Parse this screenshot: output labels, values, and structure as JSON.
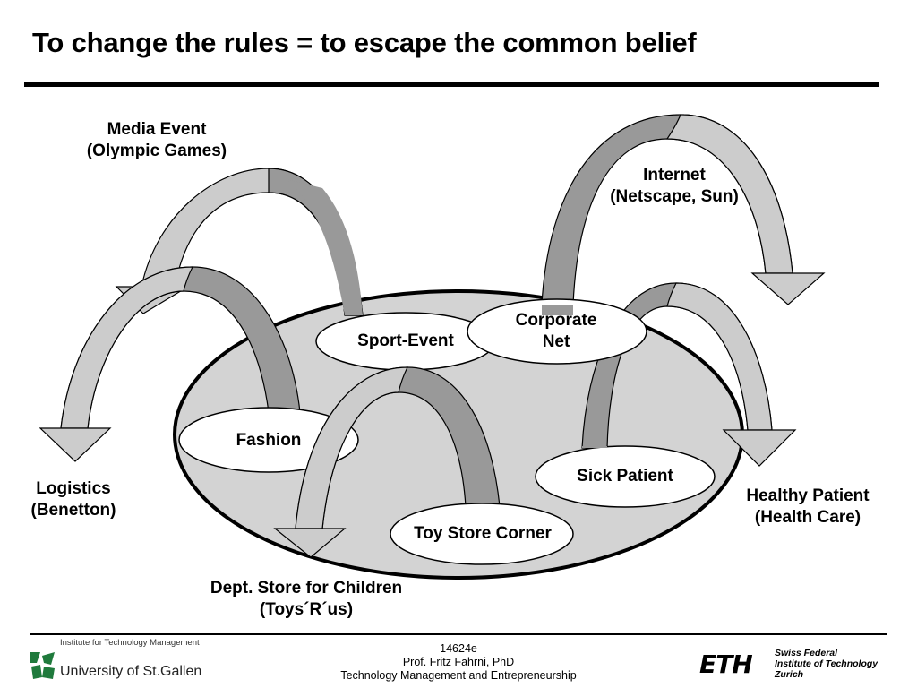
{
  "title": "To change the rules = to escape the common belief",
  "diagram": {
    "nodes": [
      {
        "id": "sport-event",
        "label": "Sport-Event"
      },
      {
        "id": "corporate-net",
        "label": "Corporate Net",
        "lines": [
          "Corporate",
          "Net"
        ]
      },
      {
        "id": "fashion",
        "label": "Fashion"
      },
      {
        "id": "sick-patient",
        "label": "Sick Patient"
      },
      {
        "id": "toy-store-corner",
        "label": "Toy Store Corner"
      }
    ],
    "targets": [
      {
        "id": "media-event",
        "lines": [
          "Media Event",
          "(Olympic Games)"
        ]
      },
      {
        "id": "internet",
        "lines": [
          "Internet",
          "(Netscape, Sun)"
        ]
      },
      {
        "id": "logistics",
        "lines": [
          "Logistics",
          "(Benetton)"
        ]
      },
      {
        "id": "healthy-patient",
        "lines": [
          "Healthy Patient",
          "(Health Care)"
        ]
      },
      {
        "id": "dept-store",
        "lines": [
          "Dept. Store for Children",
          "(Toys´R´us)"
        ]
      }
    ],
    "edges": [
      {
        "from": "sport-event",
        "to": "media-event"
      },
      {
        "from": "corporate-net",
        "to": "internet"
      },
      {
        "from": "fashion",
        "to": "logistics"
      },
      {
        "from": "sick-patient",
        "to": "healthy-patient"
      },
      {
        "from": "toy-store-corner",
        "to": "dept-store"
      }
    ]
  },
  "footer": {
    "code": "14624e",
    "author": "Prof. Fritz Fahrni, PhD",
    "course": "Technology Management and Entrepreneurship",
    "hsg_institute": "Institute for Technology Management",
    "hsg_name": "University of St.Gallen",
    "eth_logo": "ETH",
    "eth_lines": [
      "Swiss Federal",
      "Institute of Technology",
      "Zurich"
    ]
  },
  "colors": {
    "arrow_light": "#cccccc",
    "arrow_dark": "#999999",
    "ellipse_fill": "#d3d3d3",
    "hsg_green": "#1f7a3c"
  }
}
